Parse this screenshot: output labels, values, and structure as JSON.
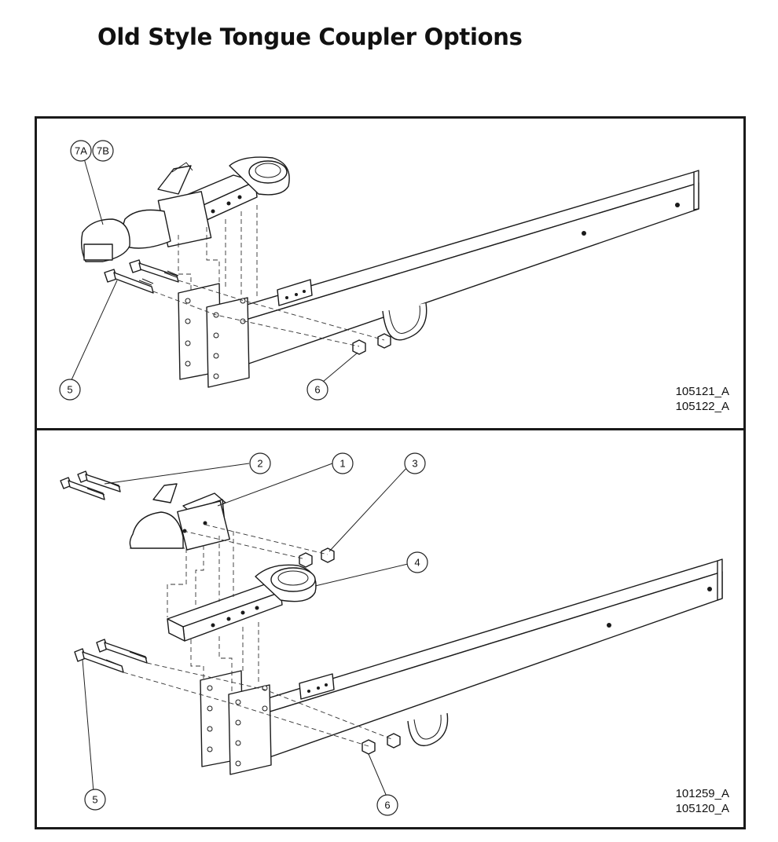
{
  "title": "Old Style Tongue Coupler Options",
  "top_panel": {
    "drawing_ids": [
      "105121_A",
      "105122_A"
    ],
    "callouts": [
      "7A",
      "7B",
      "5",
      "6"
    ]
  },
  "bottom_panel": {
    "drawing_ids": [
      "101259_A",
      "105120_A"
    ],
    "callouts": [
      "2",
      "1",
      "3",
      "4",
      "5",
      "6"
    ]
  }
}
